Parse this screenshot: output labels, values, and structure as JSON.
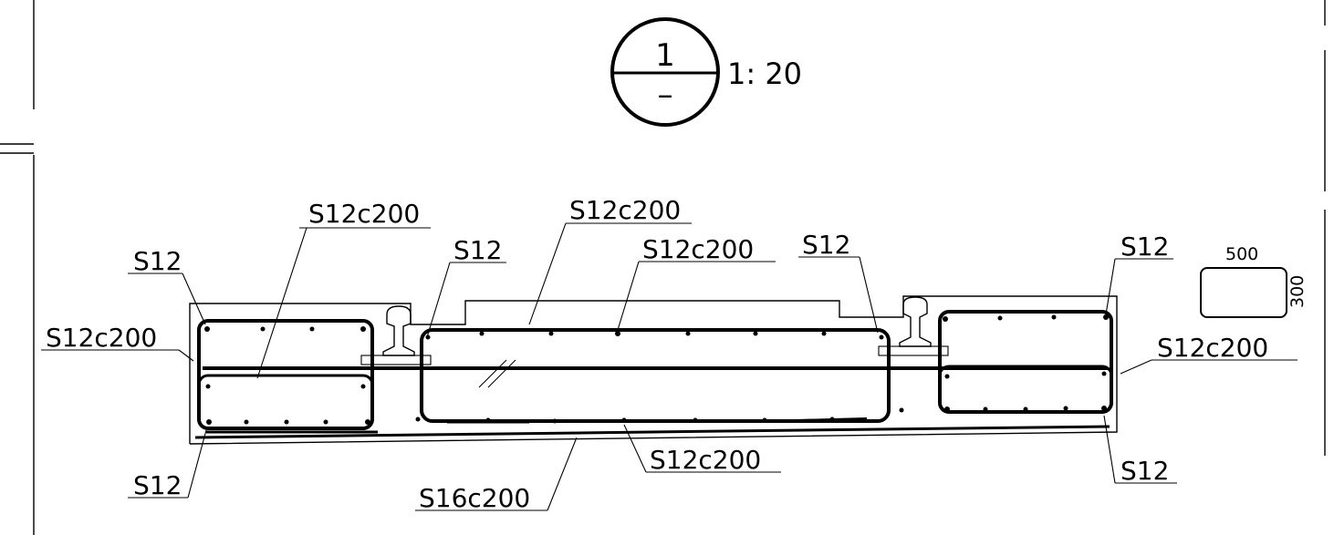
{
  "section": {
    "number": "1",
    "sub": "–",
    "scale": "1: 20"
  },
  "labels": {
    "tl_s12": "S12",
    "tl_s12c200": "S12c200",
    "left_s12c200": "S12c200",
    "mid_s12": "S12",
    "top_s12c200": "S12c200",
    "mid_s12c200": "S12c200",
    "right_s12_a": "S12",
    "right_s12_b": "S12",
    "right_s12c200": "S12c200",
    "bl_s12": "S12",
    "bot_s16c200": "S16c200",
    "bot_s12c200": "S12c200",
    "br_s12": "S12"
  },
  "legend": {
    "width": "500",
    "height": "300"
  }
}
